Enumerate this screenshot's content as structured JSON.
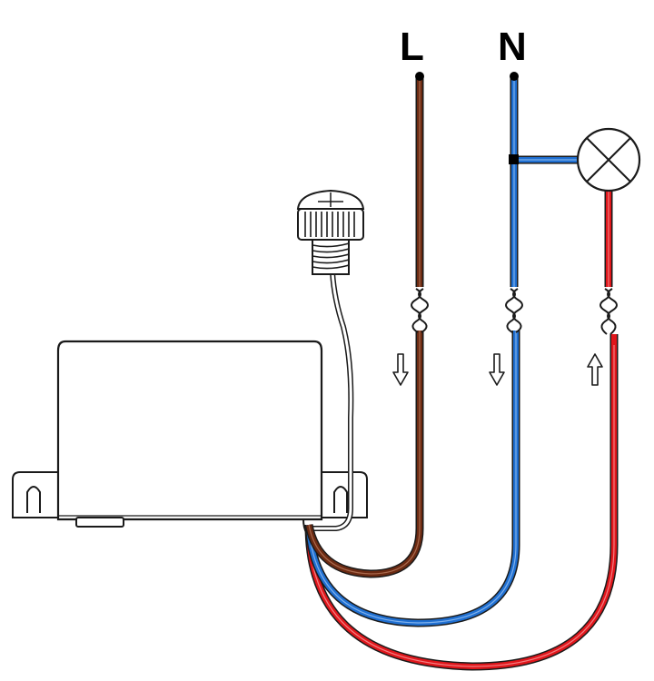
{
  "terminals": {
    "live_label": "L",
    "neutral_label": "N"
  },
  "colors": {
    "live_wire": "#6b2a12",
    "neutral_wire": "#1f6fd1",
    "lamp_wire": "#e0161b",
    "outline": "#1a1a1a",
    "background": "#ffffff"
  },
  "components": {
    "device": "housing-box",
    "sensor": "threaded-sensor-head",
    "load": "lamp-symbol"
  },
  "flow_arrows": {
    "live": "down",
    "neutral": "down",
    "lamp": "up"
  }
}
